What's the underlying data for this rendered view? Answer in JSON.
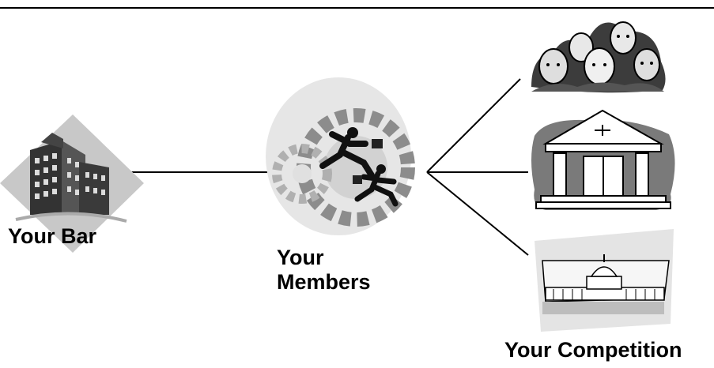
{
  "nodes": {
    "bar": {
      "label": "Your Bar",
      "icon": "office-building-icon"
    },
    "members": {
      "label_line1": "Your",
      "label_line2": "Members",
      "icon": "business-people-gears-icon"
    },
    "public": {
      "icon": "group-of-people-icon"
    },
    "courthouse": {
      "icon": "courthouse-icon"
    },
    "capitol": {
      "icon": "capitol-building-icon"
    },
    "competition": {
      "label": "Your Competition"
    }
  },
  "colors": {
    "line": "#000000",
    "dark_gray": "#4a4a4a",
    "mid_gray": "#8c8c8c",
    "light_gray": "#cfcfcf"
  }
}
